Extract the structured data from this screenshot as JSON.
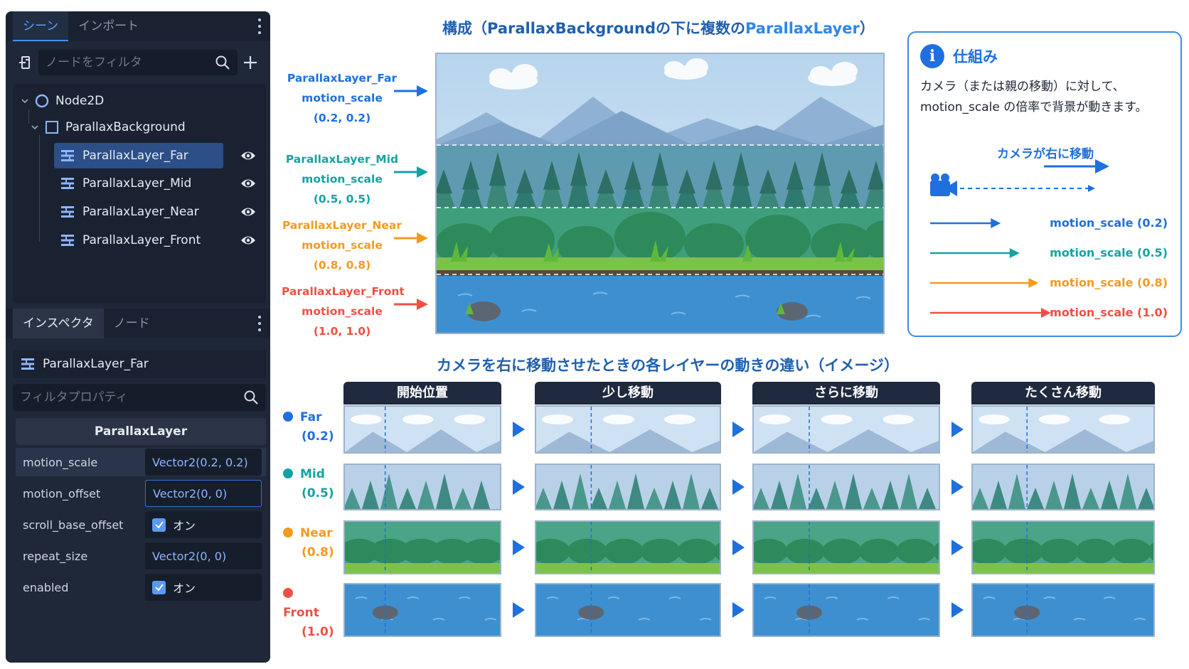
{
  "scene_dock": {
    "tabs": [
      "シーン",
      "インポート"
    ],
    "filter_placeholder": "ノードをフィルタ",
    "tree": [
      {
        "label": "Node2D",
        "type": "node2d"
      },
      {
        "label": "ParallaxBackground",
        "type": "parallax-background"
      },
      {
        "label": "ParallaxLayer_Far",
        "type": "parallax-layer",
        "selected": true
      },
      {
        "label": "ParallaxLayer_Mid",
        "type": "parallax-layer"
      },
      {
        "label": "ParallaxLayer_Near",
        "type": "parallax-layer"
      },
      {
        "label": "ParallaxLayer_Front",
        "type": "parallax-layer"
      }
    ]
  },
  "inspector": {
    "tabs": [
      "インスペクタ",
      "ノード"
    ],
    "node_name": "ParallaxLayer_Far",
    "filter_placeholder": "フィルタプロパティ",
    "section": "ParallaxLayer",
    "properties": [
      {
        "name": "motion_scale",
        "value": "Vector2(0.2, 0.2)"
      },
      {
        "name": "motion_offset",
        "value": "Vector2(0, 0)"
      },
      {
        "name": "scroll_base_offset",
        "value": "オン",
        "checked": true
      },
      {
        "name": "repeat_size",
        "value": "Vector2(0, 0)"
      },
      {
        "name": "enabled",
        "value": "オン",
        "checked": true
      }
    ]
  },
  "diagram": {
    "title_prefix": "構成（ParallaxBackgroundの下に複数の",
    "title_highlight": "ParallaxLayer",
    "title_suffix": "）",
    "layers": [
      {
        "name": "ParallaxLayer_Far",
        "scale_label": "motion_scale",
        "scale": "(0.2, 0.2)",
        "color": "#1f6fde"
      },
      {
        "name": "ParallaxLayer_Mid",
        "scale_label": "motion_scale",
        "scale": "(0.5, 0.5)",
        "color": "#14a3a3"
      },
      {
        "name": "ParallaxLayer_Near",
        "scale_label": "motion_scale",
        "scale": "(0.8, 0.8)",
        "color": "#f49a1f"
      },
      {
        "name": "ParallaxLayer_Front",
        "scale_label": "motion_scale",
        "scale": "(1.0, 1.0)",
        "color": "#ef5044"
      }
    ]
  },
  "info": {
    "title": "仕組み",
    "line1": "カメラ（または親の移動）に対して、",
    "line2": "motion_scale の倍率で背景が動きます。",
    "camera_label": "カメラが右に移動",
    "scales": [
      {
        "label": "motion_scale (0.2)",
        "color": "#1f6fde",
        "fraction": 0.2
      },
      {
        "label": "motion_scale (0.5)",
        "color": "#14a3a3",
        "fraction": 0.5
      },
      {
        "label": "motion_scale (0.8)",
        "color": "#f49a1f",
        "fraction": 0.8
      },
      {
        "label": "motion_scale (1.0)",
        "color": "#ef5044",
        "fraction": 1.0
      }
    ]
  },
  "comparison": {
    "title": "カメラを右に移動させたときの各レイヤーの動きの違い（イメージ）",
    "columns": [
      "開始位置",
      "少し移動",
      "さらに移動",
      "たくさん移動"
    ],
    "rows": [
      {
        "name": "Far",
        "scale": "(0.2)",
        "color": "#1f6fde",
        "kind": "far"
      },
      {
        "name": "Mid",
        "scale": "(0.5)",
        "color": "#14a3a3",
        "kind": "mid"
      },
      {
        "name": "Near",
        "scale": "(0.8)",
        "color": "#f49a1f",
        "kind": "near"
      },
      {
        "name": "Front",
        "scale": "(1.0)",
        "color": "#ef5044",
        "kind": "front"
      }
    ]
  }
}
